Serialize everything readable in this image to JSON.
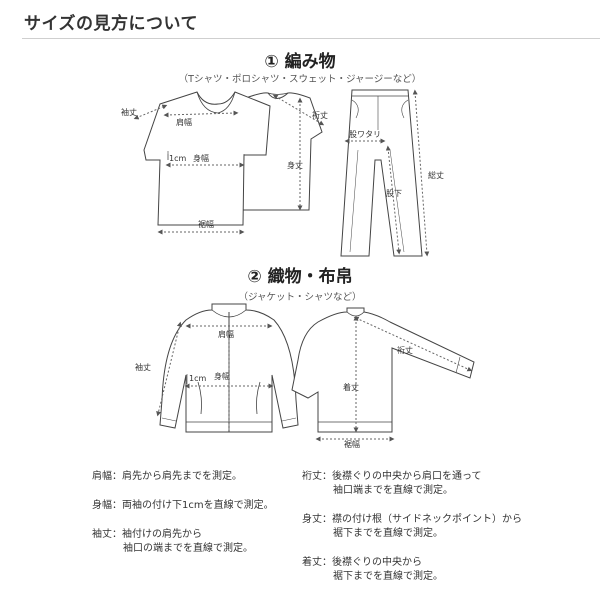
{
  "page": {
    "title": "サイズの見方について"
  },
  "section1": {
    "title": "① 編み物",
    "subtitle": "（Tシャツ・ポロシャツ・スウェット・ジャージーなど）",
    "labels": {
      "sleeve": "袖丈",
      "shoulder": "肩幅",
      "one_cm": "1cm",
      "chest": "身幅",
      "hem": "裾幅",
      "yuki": "裄丈",
      "body_length": "身丈",
      "thigh": "股ワタリ",
      "inseam": "股下",
      "total_length": "総丈"
    }
  },
  "section2": {
    "title": "② 織物・布帛",
    "subtitle": "（ジャケット・シャツなど）",
    "labels": {
      "shoulder": "肩幅",
      "sleeve": "袖丈",
      "one_cm": "1cm",
      "chest": "身幅",
      "yuki": "裄丈",
      "length": "着丈",
      "hem": "裾幅"
    }
  },
  "definitions": {
    "shoulder": {
      "label": "肩幅",
      "line1": "：肩先から肩先までを測定。"
    },
    "chest": {
      "label": "身幅",
      "line1": "：両袖の付け下1cmを直線で測定。"
    },
    "sleeve": {
      "label": "袖丈",
      "line1": "：袖付けの肩先から",
      "line2": "袖口の端までを直線で測定。"
    },
    "yuki": {
      "label": "裄丈",
      "line1": "：後襟ぐりの中央から肩口を通って",
      "line2": "袖口端までを直線で測定。"
    },
    "body_length": {
      "label": "身丈",
      "line1": "：襟の付け根（サイドネックポイント）から",
      "line2": "裾下までを直線で測定。"
    },
    "length": {
      "label": "着丈",
      "line1": "：後襟ぐりの中央から",
      "line2": "裾下までを直線で測定。"
    }
  }
}
